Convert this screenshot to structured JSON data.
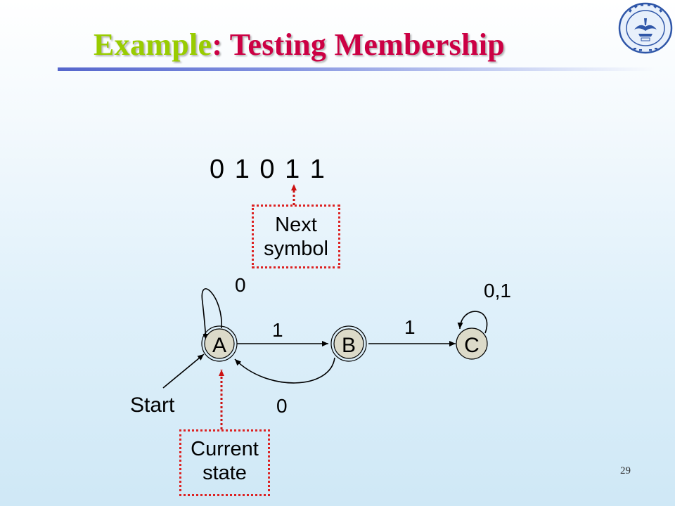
{
  "slide": {
    "title_prefix": "Example",
    "title_rest": ": Testing Membership",
    "input_string": "0 1 0 1 1",
    "page_number": "29"
  },
  "callouts": {
    "next_symbol": {
      "line1": "Next",
      "line2": "symbol"
    },
    "current_state": {
      "line1": "Current",
      "line2": "state"
    }
  },
  "automaton": {
    "states": [
      "A",
      "B",
      "C"
    ],
    "start_label": "Start",
    "edge_labels": {
      "a_self": "0",
      "a_to_b": "1",
      "b_to_a": "0",
      "b_to_c": "1",
      "c_self": "0,1"
    }
  },
  "colors": {
    "title_green": "#99cc00",
    "title_red": "#cc0044",
    "callout_border": "#dd2222",
    "state_fill": "#dcdac9",
    "rule_blue": "#5566cc",
    "arrow_red": "#cc1111"
  }
}
